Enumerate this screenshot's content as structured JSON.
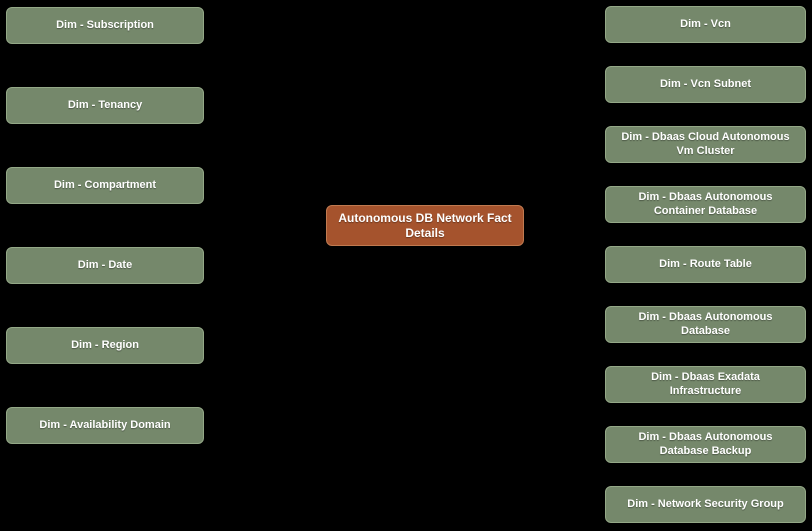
{
  "diagram": {
    "fact_node": {
      "label": "Autonomous DB Network Fact Details"
    },
    "left_nodes": [
      {
        "label": "Dim - Subscription"
      },
      {
        "label": "Dim - Tenancy"
      },
      {
        "label": "Dim - Compartment"
      },
      {
        "label": "Dim - Date"
      },
      {
        "label": "Dim - Region"
      },
      {
        "label": "Dim - Availability Domain"
      }
    ],
    "right_nodes": [
      {
        "label": "Dim - Vcn"
      },
      {
        "label": "Dim - Vcn Subnet"
      },
      {
        "label": "Dim - Dbaas Cloud Autonomous Vm Cluster"
      },
      {
        "label": "Dim - Dbaas Autonomous Container Database"
      },
      {
        "label": "Dim - Route Table"
      },
      {
        "label": "Dim - Dbaas Autonomous Database"
      },
      {
        "label": "Dim - Dbaas Exadata Infrastructure"
      },
      {
        "label": "Dim - Dbaas Autonomous Database Backup"
      },
      {
        "label": "Dim - Network Security Group"
      }
    ],
    "colors": {
      "background": "#000000",
      "dimension_fill": "#75886b",
      "dimension_border": "#94a887",
      "fact_fill": "#a5532d",
      "fact_border": "#c07a50",
      "text": "#ffffff"
    }
  }
}
